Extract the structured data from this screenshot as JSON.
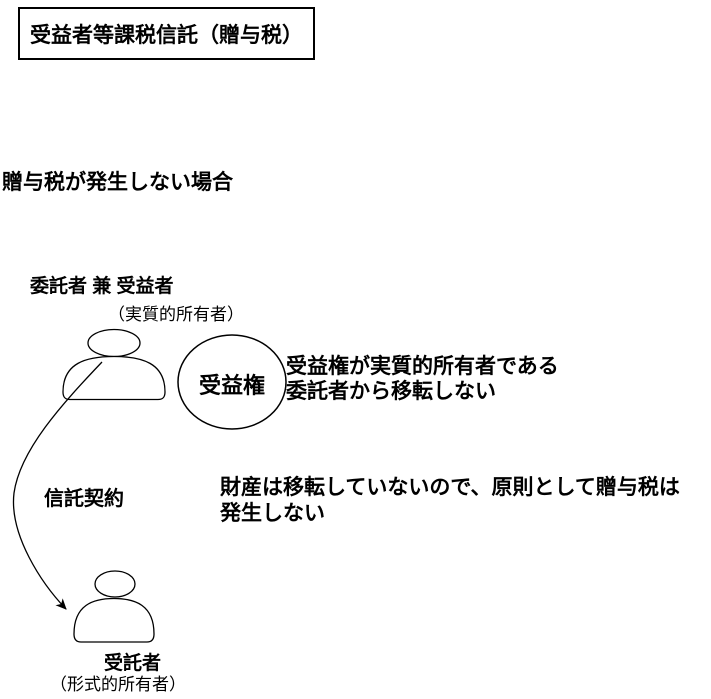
{
  "title_box": {
    "text": "受益者等課税信託（贈与税）"
  },
  "section_heading": {
    "text": "贈与税が発生しない場合"
  },
  "settlor": {
    "label": "委託者 兼 受益者",
    "sublabel": "（実質的所有者）"
  },
  "beneficial_right_circle": {
    "label": "受益権"
  },
  "beneficial_right_note": {
    "line1": "受益権が実質的所有者である",
    "line2": "委託者から移転しない"
  },
  "trust_contract": {
    "label": "信託契約"
  },
  "gift_tax_note": {
    "line1": "財産は移転していないので、原則として贈与税は",
    "line2": "発生しない"
  },
  "trustee": {
    "label": "受託者",
    "sublabel": "（形式的所有者）"
  },
  "icons": {
    "settlor_person": "person-silhouette",
    "trustee_person": "person-silhouette",
    "trust_arrow": "curved-arrow-down",
    "beneficial_right_shape": "ellipse-outline"
  },
  "colors": {
    "ink": "#000000",
    "background": "#ffffff"
  }
}
